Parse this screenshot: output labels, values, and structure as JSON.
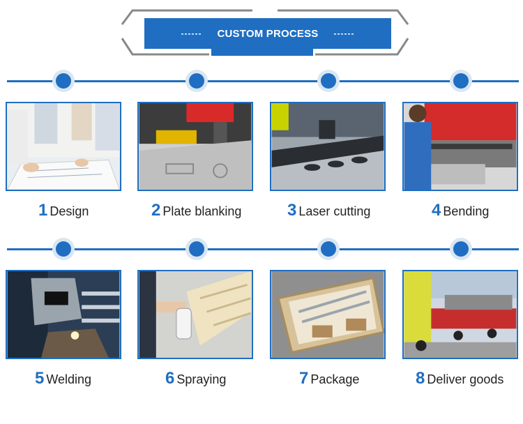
{
  "header": {
    "title": "CUSTOM PROCESS",
    "dashes_left": "------",
    "dashes_right": "------"
  },
  "colors": {
    "accent": "#1f6ec1",
    "frame": "#888888"
  },
  "steps": [
    {
      "number": "1",
      "label": "Design",
      "image": "design-photo"
    },
    {
      "number": "2",
      "label": "Plate blanking",
      "image": "plate-blanking-photo"
    },
    {
      "number": "3",
      "label": "Laser cutting",
      "image": "laser-cutting-photo"
    },
    {
      "number": "4",
      "label": "Bending",
      "image": "bending-photo"
    },
    {
      "number": "5",
      "label": "Welding",
      "image": "welding-photo"
    },
    {
      "number": "6",
      "label": "Spraying",
      "image": "spraying-photo"
    },
    {
      "number": "7",
      "label": "Package",
      "image": "package-photo"
    },
    {
      "number": "8",
      "label": "Deliver goods",
      "image": "deliver-goods-photo"
    }
  ]
}
